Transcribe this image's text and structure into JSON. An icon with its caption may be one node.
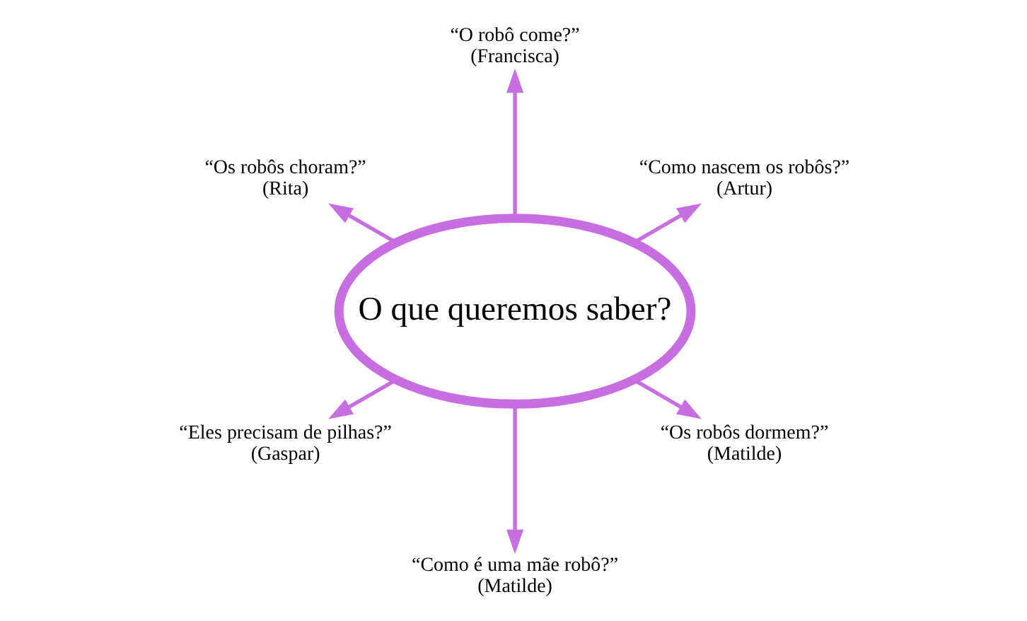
{
  "diagram": {
    "nodes": [
      {
        "text": [
          "O que queremos saber?"
        ]
      },
      {
        "text": [
          "“Como nascem os robôs?”",
          "(Artur)"
        ]
      },
      {
        "text": [
          "“O robô come?”",
          "(Francisca)"
        ]
      },
      {
        "text": [
          "“Os robôs choram?”",
          "(Rita)"
        ]
      },
      {
        "text": [
          "“Eles precisam de pilhas?”",
          "(Gaspar)"
        ]
      },
      {
        "text": [
          "“Como é uma mãe robô?”",
          "(Matilde)"
        ]
      },
      {
        "text": [
          "“Os robôs dormem?”",
          "(Matilde)"
        ]
      }
    ],
    "edges": [
      {
        "from": 0,
        "to": 1,
        "arrow": "to"
      },
      {
        "from": 0,
        "to": 3,
        "arrow": "to"
      },
      {
        "from": 0,
        "to": 5,
        "arrow": "to"
      },
      {
        "from": 0,
        "to": 6,
        "arrow": "to"
      },
      {
        "from": 0,
        "to": 4,
        "arrow": "to"
      },
      {
        "from": 0,
        "to": 2,
        "arrow": "to"
      }
    ]
  }
}
